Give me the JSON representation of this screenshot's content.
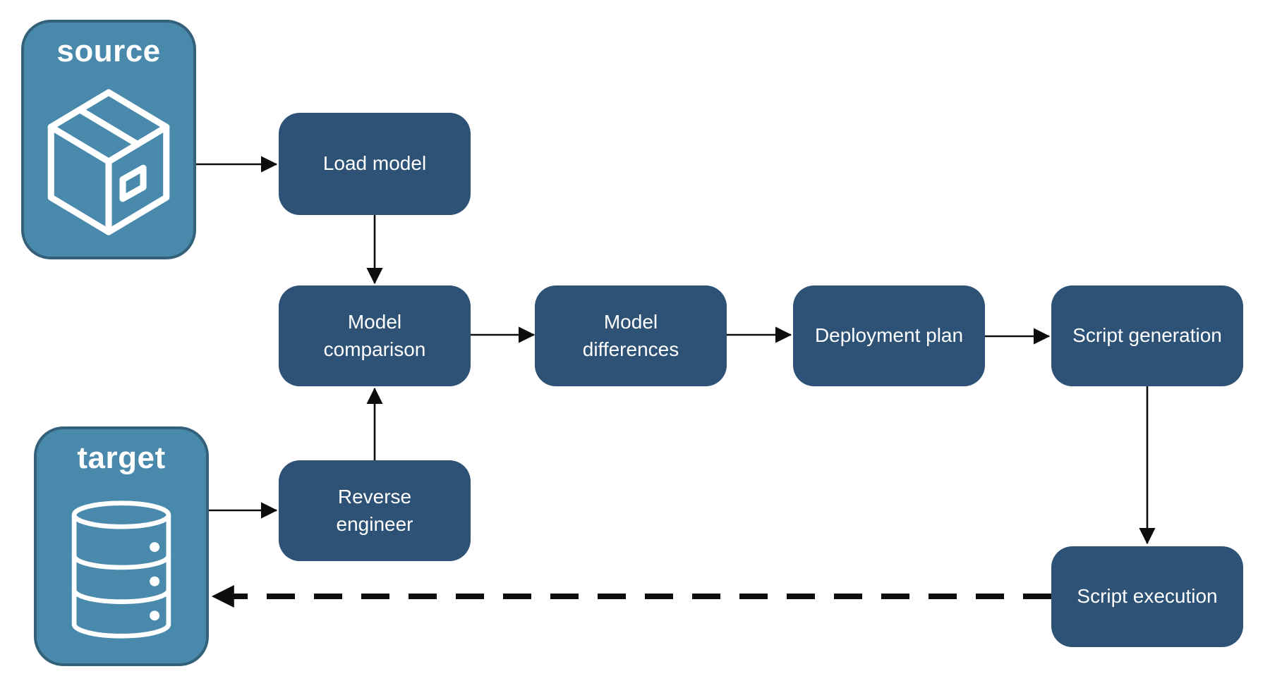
{
  "diagram": {
    "endpoints": [
      {
        "id": "source",
        "label": "source",
        "icon": "package-icon"
      },
      {
        "id": "target",
        "label": "target",
        "icon": "database-icon"
      }
    ],
    "nodes": [
      {
        "id": "load-model",
        "label": "Load model"
      },
      {
        "id": "model-comparison",
        "label": "Model comparison"
      },
      {
        "id": "model-differences",
        "label": "Model differences"
      },
      {
        "id": "deployment-plan",
        "label": "Deployment plan"
      },
      {
        "id": "script-generation",
        "label": "Script generation"
      },
      {
        "id": "reverse-engineer",
        "label": "Reverse engineer"
      },
      {
        "id": "script-execution",
        "label": "Script execution"
      }
    ],
    "edges": [
      {
        "from": "source",
        "to": "load-model",
        "style": "solid"
      },
      {
        "from": "load-model",
        "to": "model-comparison",
        "style": "solid"
      },
      {
        "from": "target",
        "to": "reverse-engineer",
        "style": "solid"
      },
      {
        "from": "reverse-engineer",
        "to": "model-comparison",
        "style": "solid"
      },
      {
        "from": "model-comparison",
        "to": "model-differences",
        "style": "solid"
      },
      {
        "from": "model-differences",
        "to": "deployment-plan",
        "style": "solid"
      },
      {
        "from": "deployment-plan",
        "to": "script-generation",
        "style": "solid"
      },
      {
        "from": "script-generation",
        "to": "script-execution",
        "style": "solid"
      },
      {
        "from": "script-execution",
        "to": "target",
        "style": "dashed"
      }
    ],
    "colors": {
      "node_fill": "#2D5275",
      "endpoint_fill": "#4889AC",
      "endpoint_border": "#33617A",
      "label_text": "#FFFFFF",
      "arrow": "#0D0D0D",
      "background": "#FFFFFF"
    }
  }
}
